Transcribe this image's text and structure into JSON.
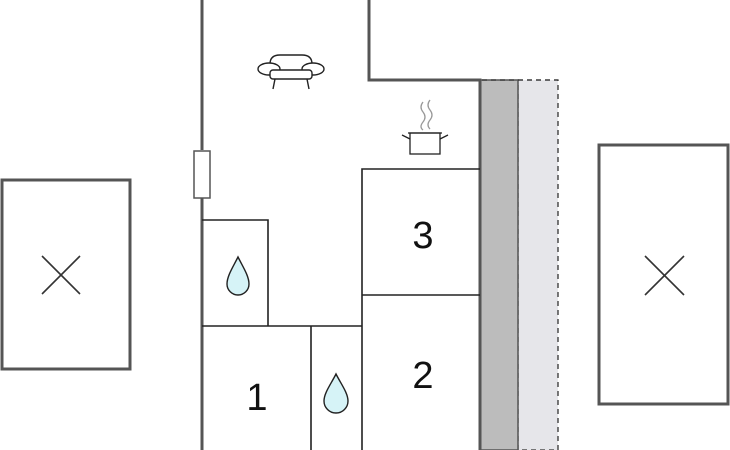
{
  "floorplan": {
    "rooms": [
      {
        "id": "bedroom-1",
        "label": "1"
      },
      {
        "id": "bedroom-2",
        "label": "2"
      },
      {
        "id": "bedroom-3",
        "label": "3"
      }
    ],
    "icons": {
      "living": "sofa-icon",
      "kitchen": "cooking-pot-icon",
      "bathroom": "water-drop-icon",
      "no_access": "cross-icon"
    },
    "colors": {
      "wall": "#555555",
      "drop_fill": "#d6f3f7",
      "terrace": "#bcbcbc",
      "balcony": "#e6e6ea"
    }
  }
}
